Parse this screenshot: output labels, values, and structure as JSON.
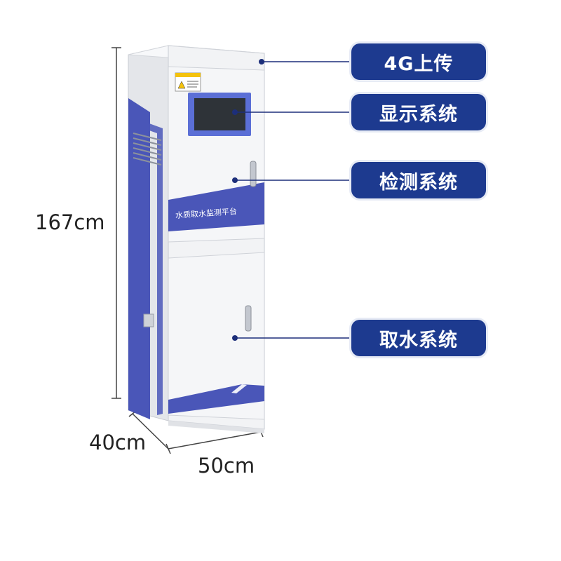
{
  "dimensions": {
    "height_label": "167cm",
    "depth_label": "40cm",
    "width_label": "50cm"
  },
  "cabinet": {
    "panel_text": "水质取水监测平台"
  },
  "callouts": [
    {
      "label": "4G上传"
    },
    {
      "label": "显示系统"
    },
    {
      "label": "检测系统"
    },
    {
      "label": "取水系统"
    }
  ],
  "colors": {
    "callout_bg": "#1d3a8f",
    "accent_stripe": "#4a56b8",
    "cabinet_body": "#f2f3f5",
    "screen": "#2e3338",
    "leader_line": "#1d2f7a"
  }
}
